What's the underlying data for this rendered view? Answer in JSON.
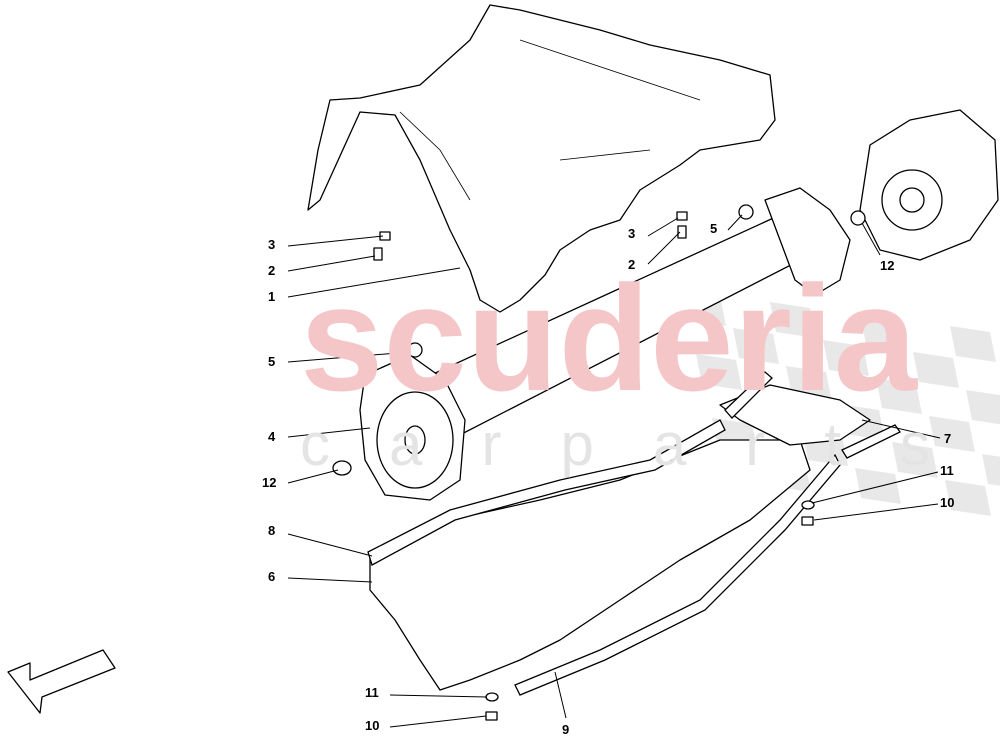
{
  "watermark": {
    "brand": "scuderia",
    "sub": "c a r p a r t s",
    "brand_color": "#f5c6c8",
    "sub_color": "#e4e4e4"
  },
  "callouts": [
    {
      "label": "3",
      "part": "nut-left"
    },
    {
      "label": "2",
      "part": "bolt-left"
    },
    {
      "label": "1",
      "part": "upper-heat-shield"
    },
    {
      "label": "5",
      "part": "bushing-front"
    },
    {
      "label": "4",
      "part": "torque-tube"
    },
    {
      "label": "12",
      "part": "cap-front"
    },
    {
      "label": "8",
      "part": "seal-strip-left"
    },
    {
      "label": "6",
      "part": "lower-heat-shield"
    },
    {
      "label": "11",
      "part": "washer-bottom"
    },
    {
      "label": "10",
      "part": "nut-bottom"
    },
    {
      "label": "9",
      "part": "seal-strip-right"
    },
    {
      "label": "3",
      "part": "nut-right"
    },
    {
      "label": "2",
      "part": "bolt-right"
    },
    {
      "label": "5",
      "part": "bushing-rear"
    },
    {
      "label": "12",
      "part": "o-ring-rear"
    },
    {
      "label": "7",
      "part": "rear-heat-shield"
    },
    {
      "label": "11",
      "part": "washer-right"
    },
    {
      "label": "10",
      "part": "nut-right-lower"
    }
  ],
  "direction_arrow": "front-direction-arrow"
}
